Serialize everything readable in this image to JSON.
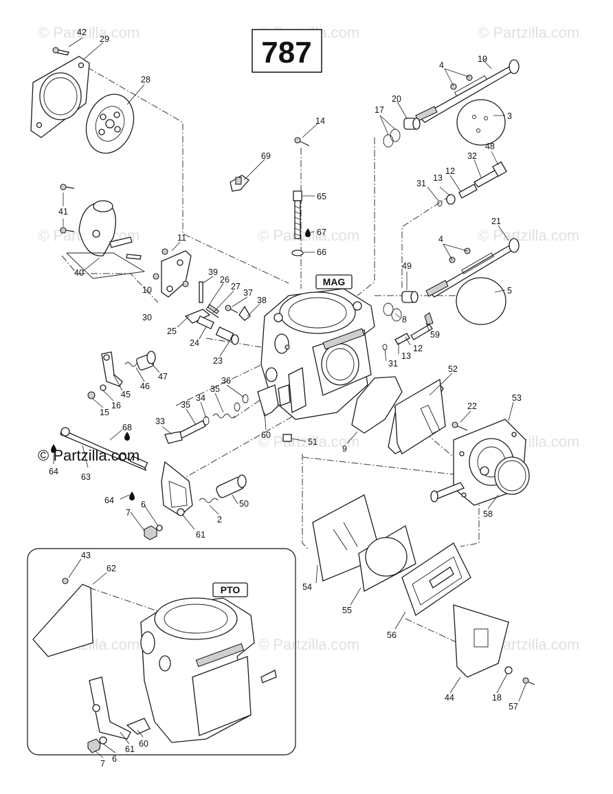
{
  "diagram_id": "787",
  "section_labels": {
    "mag": "MAG",
    "pto": "PTO"
  },
  "watermark": {
    "text": "© Partzilla.com",
    "overlay_text": "© Partzilla.com"
  },
  "callouts": [
    {
      "id": "c42",
      "text": "42"
    },
    {
      "id": "c29",
      "text": "29"
    },
    {
      "id": "c28",
      "text": "28"
    },
    {
      "id": "c41",
      "text": "41"
    },
    {
      "id": "c40",
      "text": "40"
    },
    {
      "id": "c11",
      "text": "11"
    },
    {
      "id": "c10",
      "text": "10"
    },
    {
      "id": "c30",
      "text": "30"
    },
    {
      "id": "c39",
      "text": "39"
    },
    {
      "id": "c26",
      "text": "26"
    },
    {
      "id": "c27",
      "text": "27"
    },
    {
      "id": "c37",
      "text": "37"
    },
    {
      "id": "c38",
      "text": "38"
    },
    {
      "id": "c25",
      "text": "25"
    },
    {
      "id": "c24",
      "text": "24"
    },
    {
      "id": "c23",
      "text": "23"
    },
    {
      "id": "c14",
      "text": "14"
    },
    {
      "id": "c69",
      "text": "69"
    },
    {
      "id": "c65",
      "text": "65"
    },
    {
      "id": "c67",
      "text": "67"
    },
    {
      "id": "c66",
      "text": "66"
    },
    {
      "id": "c4a",
      "text": "4"
    },
    {
      "id": "c19",
      "text": "19"
    },
    {
      "id": "c20",
      "text": "20"
    },
    {
      "id": "c17",
      "text": "17"
    },
    {
      "id": "c3",
      "text": "3"
    },
    {
      "id": "c48",
      "text": "48"
    },
    {
      "id": "c32",
      "text": "32"
    },
    {
      "id": "c12a",
      "text": "12"
    },
    {
      "id": "c13a",
      "text": "13"
    },
    {
      "id": "c31a",
      "text": "31"
    },
    {
      "id": "c21",
      "text": "21"
    },
    {
      "id": "c4b",
      "text": "4"
    },
    {
      "id": "c49",
      "text": "49"
    },
    {
      "id": "c5",
      "text": "5"
    },
    {
      "id": "c8",
      "text": "8"
    },
    {
      "id": "c59",
      "text": "59"
    },
    {
      "id": "c12b",
      "text": "12"
    },
    {
      "id": "c13b",
      "text": "13"
    },
    {
      "id": "c31b",
      "text": "31"
    },
    {
      "id": "c52",
      "text": "52"
    },
    {
      "id": "c22",
      "text": "22"
    },
    {
      "id": "c53",
      "text": "53"
    },
    {
      "id": "c45",
      "text": "45"
    },
    {
      "id": "c46",
      "text": "46"
    },
    {
      "id": "c47",
      "text": "47"
    },
    {
      "id": "c16",
      "text": "16"
    },
    {
      "id": "c15",
      "text": "15"
    },
    {
      "id": "c36",
      "text": "36"
    },
    {
      "id": "c35a",
      "text": "35"
    },
    {
      "id": "c34",
      "text": "34"
    },
    {
      "id": "c35b",
      "text": "35"
    },
    {
      "id": "c33",
      "text": "33"
    },
    {
      "id": "c60a",
      "text": "60"
    },
    {
      "id": "c51",
      "text": "51"
    },
    {
      "id": "c9",
      "text": "9"
    },
    {
      "id": "c68",
      "text": "68"
    },
    {
      "id": "c64a",
      "text": "64"
    },
    {
      "id": "c63",
      "text": "63"
    },
    {
      "id": "c64b",
      "text": "64"
    },
    {
      "id": "c7a",
      "text": "7"
    },
    {
      "id": "c6a",
      "text": "6"
    },
    {
      "id": "c61a",
      "text": "61"
    },
    {
      "id": "c2",
      "text": "2"
    },
    {
      "id": "c50",
      "text": "50"
    },
    {
      "id": "c58",
      "text": "58"
    },
    {
      "id": "c54",
      "text": "54"
    },
    {
      "id": "c55",
      "text": "55"
    },
    {
      "id": "c56",
      "text": "56"
    },
    {
      "id": "c44",
      "text": "44"
    },
    {
      "id": "c18",
      "text": "18"
    },
    {
      "id": "c57",
      "text": "57"
    },
    {
      "id": "c43",
      "text": "43"
    },
    {
      "id": "c62",
      "text": "62"
    },
    {
      "id": "c61b",
      "text": "61"
    },
    {
      "id": "c60b",
      "text": "60"
    },
    {
      "id": "c6b",
      "text": "6"
    },
    {
      "id": "c7b",
      "text": "7"
    }
  ]
}
